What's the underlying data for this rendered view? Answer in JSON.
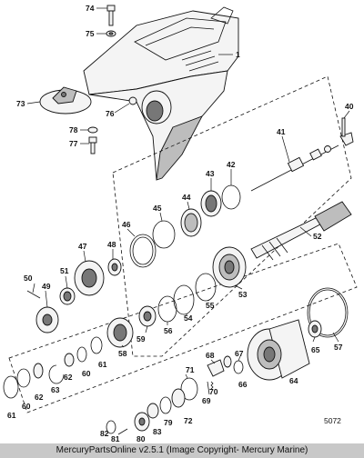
{
  "labels": {
    "1": "1",
    "40": "40",
    "41": "41",
    "42": "42",
    "43": "43",
    "44": "44",
    "45": "45",
    "46": "46",
    "47": "47",
    "48": "48",
    "49": "49",
    "50": "50",
    "51": "51",
    "52": "52",
    "53": "53",
    "54": "54",
    "55": "55",
    "56": "56",
    "57": "57",
    "58": "58",
    "59": "59",
    "60": "60",
    "61": "61",
    "62": "62",
    "63": "63",
    "64": "64",
    "65": "65",
    "66": "66",
    "67": "67",
    "68": "68",
    "69": "69",
    "70": "70",
    "71": "71",
    "72": "72",
    "73": "73",
    "74": "74",
    "75": "75",
    "76": "76",
    "77": "77",
    "78": "78",
    "79": "79",
    "80": "80",
    "81": "81",
    "82": "82",
    "83": "83"
  },
  "diagram_ref": "5072",
  "footer": "MercuryPartsOnline v2.5.1 (Image Copyright- Mercury Marine)"
}
